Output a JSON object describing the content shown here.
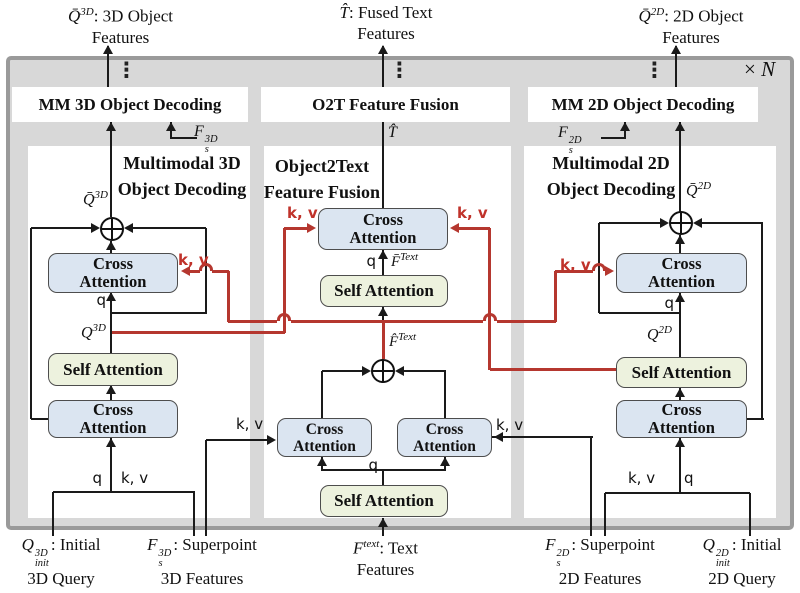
{
  "labels": {
    "cross_attention": "Cross Attention",
    "self_attention": "Self Attention",
    "q": "q",
    "kv": "k, v",
    "dots": "⋮",
    "times": "×",
    "n": "N"
  },
  "top_boxes": {
    "mm3d": "MM 3D Object Decoding",
    "o2t": "O2T Feature Fusion",
    "mm2d": "MM 2D Object Decoding"
  },
  "panel_titles": {
    "left1": "Multimodal 3D",
    "left2": "Object Decoding",
    "center1": "Object2Text",
    "center2": "Feature Fusion",
    "right1": "Multimodal 2D",
    "right2": "Object Decoding"
  },
  "math": {
    "qbar3d": {
      "base": "Q̄",
      "sup": "3D"
    },
    "qbar2d": {
      "base": "Q̄",
      "sup": "2D"
    },
    "q3d": {
      "base": "Q",
      "sup": "3D"
    },
    "q2d": {
      "base": "Q",
      "sup": "2D"
    },
    "that": {
      "base": "T̂"
    },
    "fbar_text": {
      "base": "F̄",
      "sup": "Text"
    },
    "fhat_text": {
      "base": "F̂",
      "sup": "Text"
    },
    "fs3d": {
      "base": "F",
      "sup": "3D",
      "sub": "s"
    },
    "fs2d": {
      "base": "F",
      "sup": "2D",
      "sub": "s"
    },
    "qinit3d": {
      "base": "Q",
      "sup": "3D",
      "sub": "init"
    },
    "qinit2d": {
      "base": "Q",
      "sup": "2D",
      "sub": "init"
    },
    "ftext": {
      "base": "F",
      "sup": "text"
    }
  },
  "outer_labels": {
    "top_left_rest": ": 3D Object",
    "top_left_line2": "Features",
    "top_center_rest": ": Fused Text",
    "top_center_line2": "Features",
    "top_right_rest": ": 2D Object",
    "top_right_line2": "Features",
    "bottom_qinit3d_rest": ": Initial",
    "bottom_qinit3d_line2": "3D Query",
    "bottom_fs3d_rest": ": Superpoint",
    "bottom_fs3d_line2": "3D Features",
    "bottom_ftext_rest": ": Text",
    "bottom_ftext_line2": "Features",
    "bottom_fs2d_rest": ": Superpoint",
    "bottom_fs2d_line2": "2D Features",
    "bottom_qinit2d_rest": ": Initial",
    "bottom_qinit2d_line2": "2D Query"
  },
  "colors": {
    "red_line": "#b5372f",
    "red_text": "#c0322a",
    "attention_blue": "#dbe5f1",
    "attention_green": "#edf2de",
    "container_gray": "#d8d8d8",
    "container_border": "#9a9a9a"
  }
}
